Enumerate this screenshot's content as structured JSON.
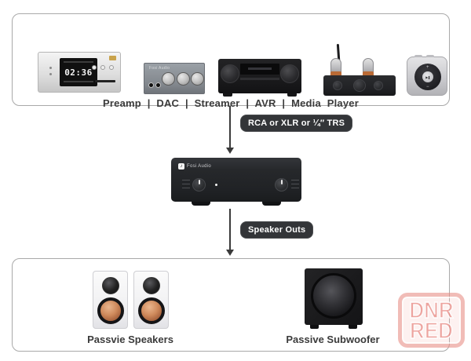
{
  "sources": {
    "caption": "Preamp | DAC | Streamer | AVR | Media Player",
    "preamp": {
      "display_time": "02:36"
    },
    "dac": {
      "brand": "Fosi Audio"
    },
    "media_player": {
      "play_pause_glyph": "▶❚",
      "plus_glyph": "+",
      "minus_glyph": "−"
    }
  },
  "connections": {
    "input_label": "RCA or XLR or ¼″ TRS",
    "output_label": "Speaker Outs"
  },
  "amplifier": {
    "brand": "Fosi Audio",
    "logo_letter": "♪"
  },
  "outputs": {
    "speakers_label": "Passvie Speakers",
    "subwoofer_label": "Passive Subwoofer"
  },
  "watermark": {
    "line1": "DNR",
    "line2": "RED"
  },
  "colors": {
    "badge_background": "#333538",
    "arrow": "#3a3a3a",
    "box_border": "#a9a9a9",
    "watermark_pink": "#e8837e",
    "woofer_copper": "#cf8a5c",
    "label_text": "#3b3b3b"
  }
}
